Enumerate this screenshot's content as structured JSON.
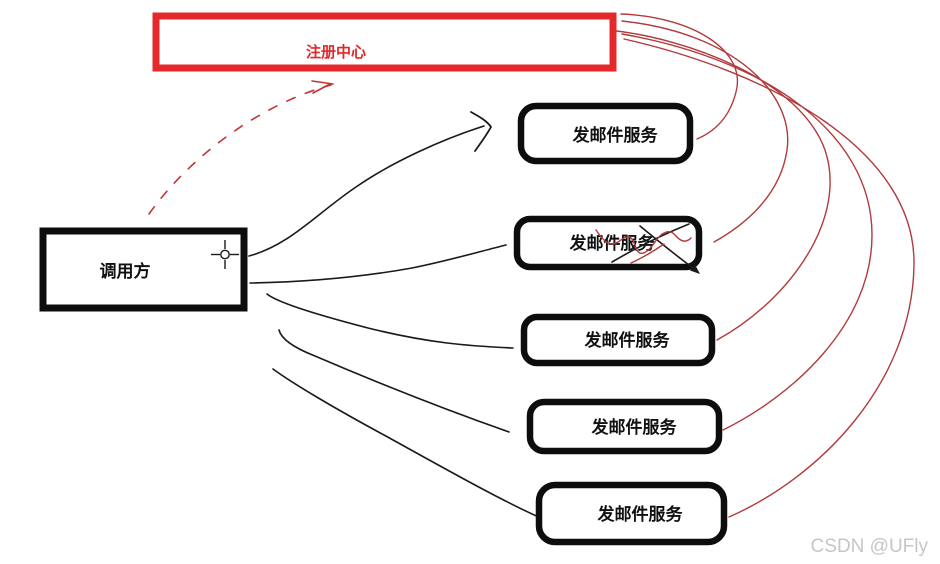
{
  "registry": {
    "label": "注册中心"
  },
  "caller": {
    "label": "调用方"
  },
  "services": [
    {
      "label": "发邮件服务",
      "status": "up"
    },
    {
      "label": "发邮件服务",
      "status": "crossed_out"
    },
    {
      "label": "发邮件服务",
      "status": "up"
    },
    {
      "label": "发邮件服务",
      "status": "up"
    },
    {
      "label": "发邮件服务",
      "status": "up"
    }
  ],
  "watermark": {
    "label": "CSDN @UFly"
  },
  "colors": {
    "registry_border": "#e5282c",
    "registry_text": "#e0282a",
    "link_red": "#b23a3c",
    "dashed_red": "#c53332",
    "line_black": "#1a1a1a",
    "box_black": "#0d0d0d",
    "watermark_gray": "#c6c6c6"
  }
}
